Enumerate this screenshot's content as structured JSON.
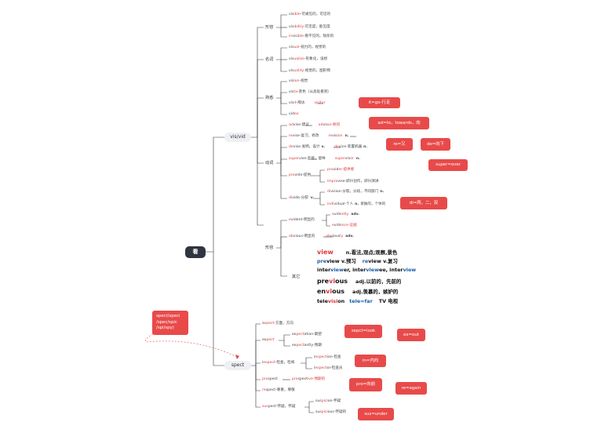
{
  "root": "看",
  "branches": {
    "visvid": "vis/vid",
    "spect": "spect"
  },
  "note_spect": [
    "spect/speci",
    "/spec/spic",
    "/spi/spy)"
  ],
  "groups": {
    "g1": "形容",
    "g2": "名词",
    "g3": "熟悉",
    "g4": "动词",
    "g5": "形容",
    "g6": "其它"
  },
  "lines": {
    "l1": [
      "vis",
      "ible",
      "-可被见的，可见的"
    ],
    "l2": [
      "vis",
      "ibility",
      "-可见度，能见度"
    ],
    "l3": [
      "in",
      "vis",
      "ible",
      "-看不见的，隐形的"
    ],
    "l4": [
      "vis",
      "ual",
      "-视力的，视觉的"
    ],
    "l5": [
      "vis",
      "ualize",
      "-形象化，设想"
    ],
    "l6": [
      "vis",
      "uality",
      "-视觉的，图形物"
    ],
    "l7": [
      "vis",
      "ion",
      "-视觉"
    ],
    "l8": [
      "vis",
      "ta",
      "-景色（从高处看到）"
    ],
    "l9": [
      "vis",
      "it",
      "-拜访",
      "visitor"
    ],
    "l10": [
      "vid",
      "eo"
    ],
    "l11": [
      "ad",
      "vis",
      "e-建议",
      "ad",
      "vis",
      "or-顾问"
    ],
    "l12": [
      "re",
      "vis",
      "e-复习，修改",
      "re",
      "vis",
      "ion",
      "n."
    ],
    "l13": [
      "de",
      "vis",
      "e-发明，设计",
      "v.",
      "de",
      "vic",
      "e-装置机器",
      "n."
    ],
    "l14": [
      "super",
      "vis",
      "e-监督，督导",
      "super",
      "vis",
      "or",
      "n."
    ],
    "l15": [
      "pro",
      "vid",
      "e-提供",
      "pro",
      "vid",
      "er-提供者"
    ],
    "l16": [
      "impro",
      "vis",
      "e-即兴创作，即兴演讲"
    ],
    "l17": [
      "di",
      "vid",
      "e-分裂",
      "v.",
      "di",
      "vis",
      "ion-分裂，分歧，不同部门",
      "n."
    ],
    "l18": [
      "indi",
      "vid",
      "ual-个人",
      "n.",
      "单独的，个体的"
    ],
    "l19": [
      "e",
      "vid",
      "ent-明显的",
      "e",
      "vid",
      "ently",
      "adv."
    ],
    "l20": [
      "e",
      "vid",
      "ence-证据"
    ],
    "l21": [
      "ob",
      "vious",
      "-明显的",
      "ob",
      "vious",
      "ly",
      "adv."
    ],
    "s1": [
      "a",
      "spect",
      "-方面，方向"
    ],
    "s2": [
      "ex",
      "pect",
      "ation-期望"
    ],
    "s3": [
      "ex",
      "pect",
      "antly-预期"
    ],
    "s4": [
      "ex",
      "pect"
    ],
    "s5": [
      "in",
      "spect",
      "-检查，检阅"
    ],
    "s6": [
      "in",
      "spect",
      "ion-检查"
    ],
    "s7": [
      "in",
      "spect",
      "or-检查员"
    ],
    "s8": [
      "pro",
      "spect",
      "pro",
      "spect",
      "ive-预期的"
    ],
    "s9": [
      "re",
      "spect",
      "-尊重，尊敬"
    ],
    "s10": [
      "sus",
      "pect",
      "-怀疑，怀疑"
    ],
    "s11": [
      "sus",
      "pic",
      "ion-怀疑"
    ],
    "s12": [
      "sus",
      "pic",
      "ious-怀疑的"
    ]
  },
  "other": {
    "o1": [
      "view",
      "n.看法,观点;观察,景色"
    ],
    "o2": [
      "pre",
      "view v.预习",
      "re",
      "view v.复习"
    ],
    "o3": [
      "inter",
      "view",
      "er, inter",
      "view",
      "ee, inter",
      "view"
    ],
    "o4": [
      "pre",
      "vi",
      "ous",
      "adj.以前的，先前的"
    ],
    "o5": [
      "en",
      "vi",
      "ous",
      "adj.羡慕的，嫉妒的"
    ],
    "o6": [
      "tele",
      "visi",
      "on",
      "tele=far",
      "TV 电视"
    ]
  },
  "tags": {
    "it": "it=go-行走",
    "ad": "ad=to，towards，向",
    "re": "re=又",
    "de": "de=向下",
    "super": "super=over",
    "di": "di=两，二，双",
    "spect": "sepct=look",
    "ex": "ex=out",
    "in": "in=内向",
    "pro": "pro=向前",
    "re2": "re=again",
    "sus": "sus=under"
  }
}
